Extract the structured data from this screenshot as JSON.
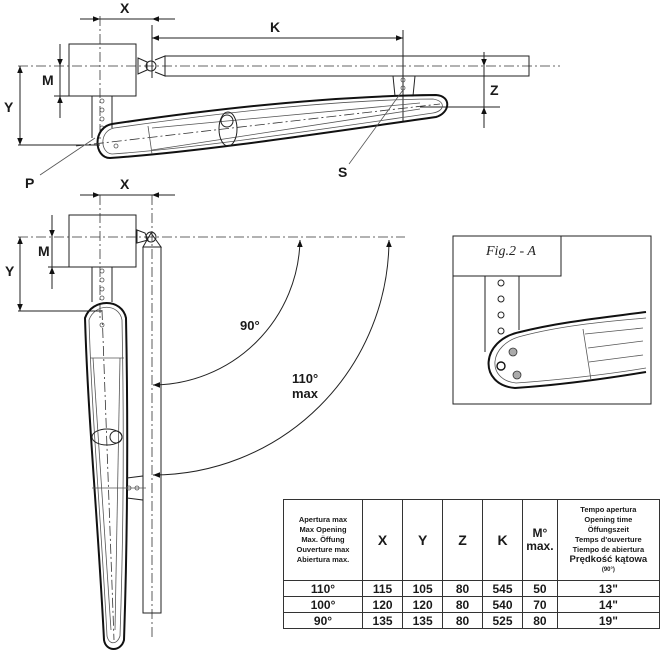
{
  "figure": {
    "top_view_labels": {
      "x": "X",
      "k": "K",
      "m": "M",
      "y": "Y",
      "z": "Z",
      "p": "P",
      "s": "S"
    },
    "side_view_labels": {
      "x": "X",
      "m": "M",
      "y": "Y"
    },
    "angles": {
      "ninety": "90°",
      "max_line1": "110°",
      "max_line2": "max"
    },
    "detail_label": "Fig.2 - A"
  },
  "table": {
    "header_opening": [
      "Apertura max",
      "Max Opening",
      "Max. Öffung",
      "Ouverture max",
      "Abiertura max."
    ],
    "header_x": "X",
    "header_y": "Y",
    "header_z": "Z",
    "header_k": "K",
    "header_m_line1": "M°",
    "header_m_line2": "max.",
    "header_time": [
      "Tempo apertura",
      "Opening time",
      "Öffungszeit",
      "Temps d'ouverture",
      "Tiempo de abiertura"
    ],
    "header_time_pl": "Prędkość kątowa",
    "header_time_note": "(90°)",
    "rows": [
      {
        "opening": "110°",
        "x": "115",
        "y": "105",
        "z": "80",
        "k": "545",
        "m": "50",
        "time": "13\""
      },
      {
        "opening": "100°",
        "x": "120",
        "y": "120",
        "z": "80",
        "k": "540",
        "m": "70",
        "time": "14\""
      },
      {
        "opening": "90°",
        "x": "135",
        "y": "135",
        "z": "80",
        "k": "525",
        "m": "80",
        "time": "19\""
      }
    ]
  }
}
